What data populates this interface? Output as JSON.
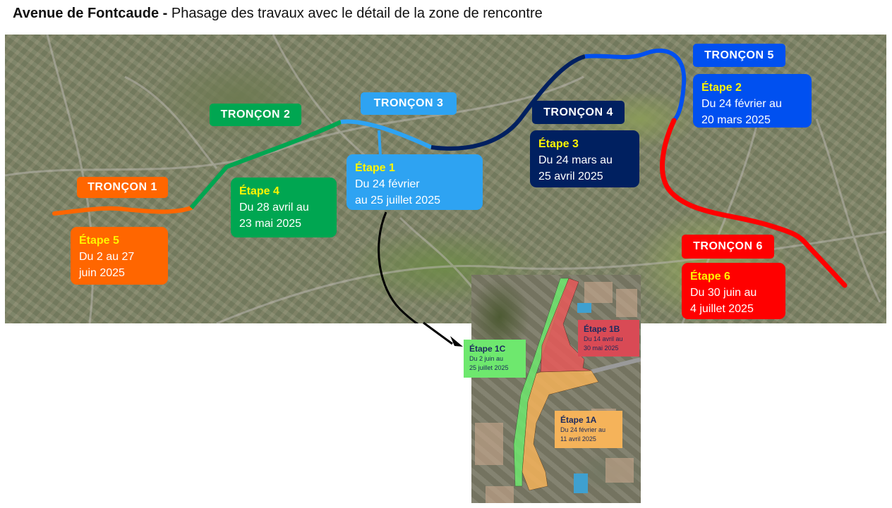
{
  "header": {
    "title_bold": "Avenue de Fontcaude",
    "title_separator": " - ",
    "title_rest": "Phasage des travaux avec le détail de la zone de rencontre"
  },
  "colors": {
    "troncon1": "#ff6600",
    "troncon2": "#00a651",
    "troncon3": "#2ea3f2",
    "troncon4": "#002060",
    "troncon5": "#0050f0",
    "troncon6": "#ff0000",
    "step_label": "#fff500",
    "etape_1a": "#f5b35a",
    "etape_1b": "#d94a55",
    "etape_1c": "#6ee86e"
  },
  "troncons": [
    {
      "label": "TRONÇON 1",
      "step": "Étape 5",
      "dates": "Du 2 au 27\njuin 2025"
    },
    {
      "label": "TRONÇON 2",
      "step": "Étape 4",
      "dates": "Du 28 avril au\n23 mai 2025"
    },
    {
      "label": "TRONÇON 3",
      "step": "Étape 1",
      "dates": "Du 24 février\nau 25 juillet 2025"
    },
    {
      "label": "TRONÇON 4",
      "step": "Étape 3",
      "dates": "Du 24 mars au\n25 avril 2025"
    },
    {
      "label": "TRONÇON 5",
      "step": "Étape 2",
      "dates": "Du 24 février au\n20 mars 2025"
    },
    {
      "label": "TRONÇON 6",
      "step": "Étape 6",
      "dates": "Du 30 juin au\n4 juillet 2025"
    }
  ],
  "inset": {
    "zones": [
      {
        "step": "Étape 1C",
        "dates": "Du 2 juin au\n25 juillet 2025"
      },
      {
        "step": "Étape 1B",
        "dates": "Du 14 avril au\n30 mai 2025"
      },
      {
        "step": "Étape 1A",
        "dates": "Du 24 février au\n11 avril 2025"
      }
    ]
  }
}
